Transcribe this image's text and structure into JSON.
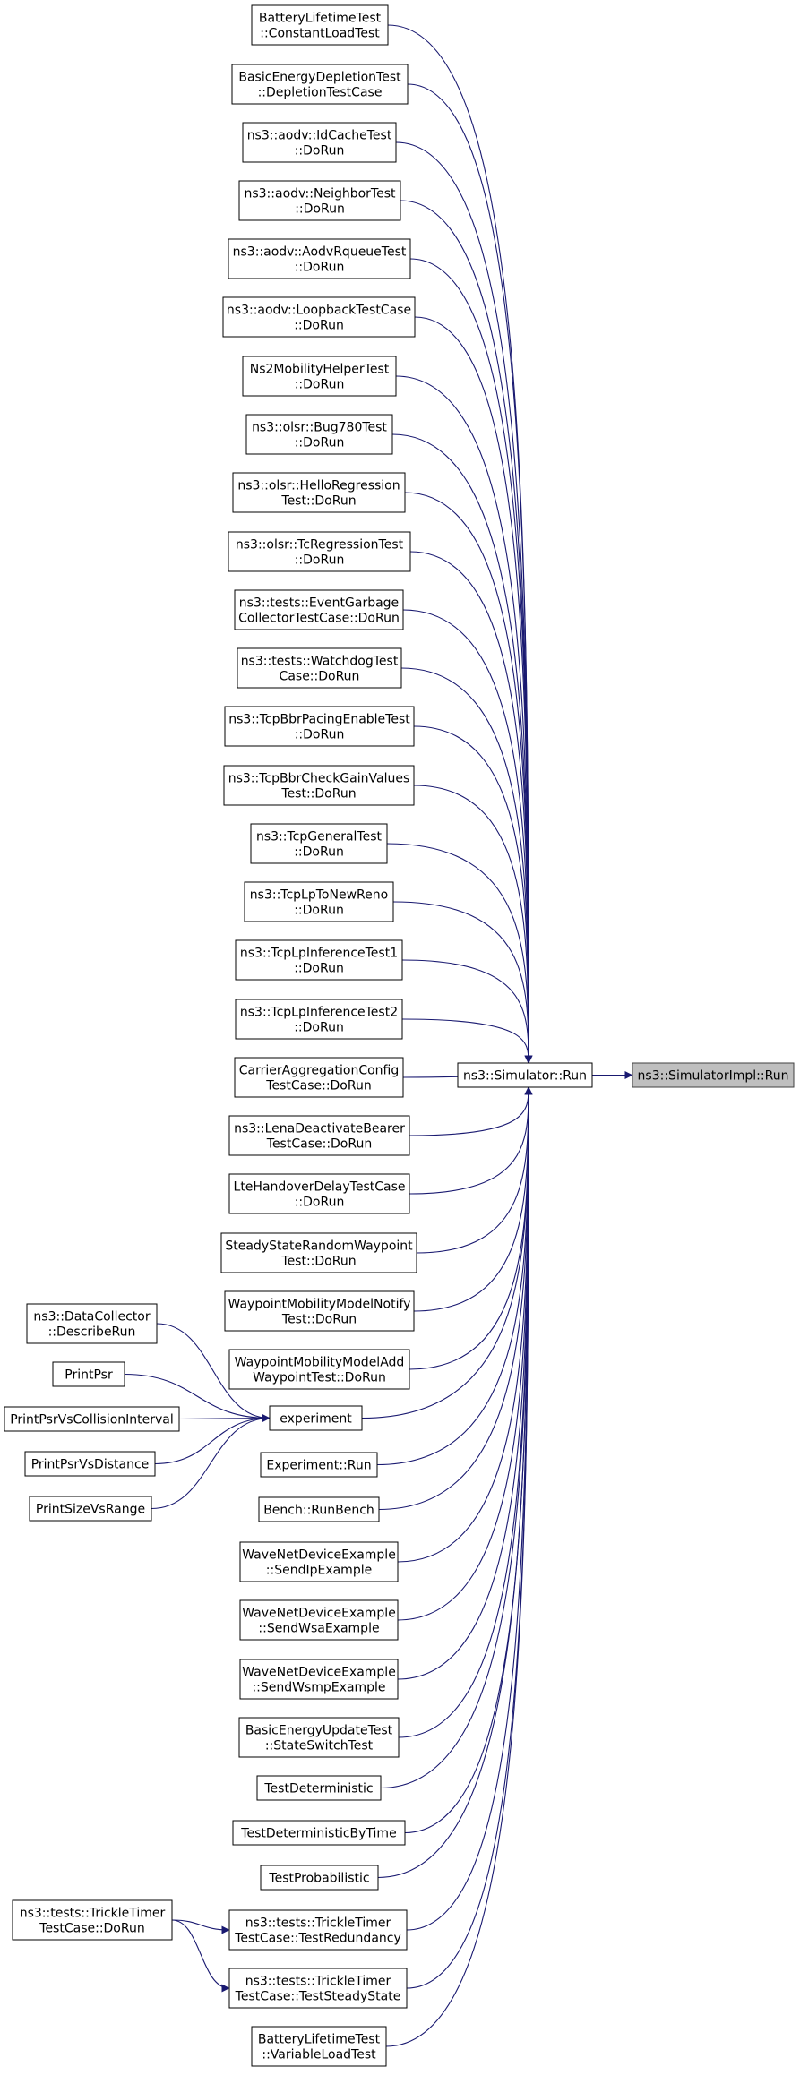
{
  "graph": {
    "nodes": [
      {
        "id": "n_main",
        "lines": [
          "ns3::SimulatorImpl::Run"
        ],
        "current": true,
        "interactable": false
      },
      {
        "id": "n_sim",
        "lines": [
          "ns3::Simulator::Run"
        ],
        "interactable": true
      },
      {
        "id": "n_exp",
        "lines": [
          "experiment"
        ],
        "interactable": true
      },
      {
        "id": "n_tt",
        "lines": [
          "ns3::tests::TrickleTimer",
          "TestCase::DoRun"
        ],
        "interactable": true
      },
      {
        "id": "n_c1",
        "lines": [
          "BatteryLifetimeTest",
          "::ConstantLoadTest"
        ],
        "interactable": true
      },
      {
        "id": "n_c2",
        "lines": [
          "BasicEnergyDepletionTest",
          "::DepletionTestCase"
        ],
        "interactable": true
      },
      {
        "id": "n_c3",
        "lines": [
          "ns3::aodv::IdCacheTest",
          "::DoRun"
        ],
        "interactable": true
      },
      {
        "id": "n_c4",
        "lines": [
          "ns3::aodv::NeighborTest",
          "::DoRun"
        ],
        "interactable": true
      },
      {
        "id": "n_c5",
        "lines": [
          "ns3::aodv::AodvRqueueTest",
          "::DoRun"
        ],
        "interactable": true
      },
      {
        "id": "n_c6",
        "lines": [
          "ns3::aodv::LoopbackTestCase",
          "::DoRun"
        ],
        "interactable": true
      },
      {
        "id": "n_c7",
        "lines": [
          "Ns2MobilityHelperTest",
          "::DoRun"
        ],
        "interactable": true
      },
      {
        "id": "n_c8",
        "lines": [
          "ns3::olsr::Bug780Test",
          "::DoRun"
        ],
        "interactable": true
      },
      {
        "id": "n_c9",
        "lines": [
          "ns3::olsr::HelloRegression",
          "Test::DoRun"
        ],
        "interactable": true
      },
      {
        "id": "n_c10",
        "lines": [
          "ns3::olsr::TcRegressionTest",
          "::DoRun"
        ],
        "interactable": true
      },
      {
        "id": "n_c11",
        "lines": [
          "ns3::tests::EventGarbage",
          "CollectorTestCase::DoRun"
        ],
        "interactable": true
      },
      {
        "id": "n_c12",
        "lines": [
          "ns3::tests::WatchdogTest",
          "Case::DoRun"
        ],
        "interactable": true
      },
      {
        "id": "n_c13",
        "lines": [
          "ns3::TcpBbrPacingEnableTest",
          "::DoRun"
        ],
        "interactable": true
      },
      {
        "id": "n_c14",
        "lines": [
          "ns3::TcpBbrCheckGainValues",
          "Test::DoRun"
        ],
        "interactable": true
      },
      {
        "id": "n_c15",
        "lines": [
          "ns3::TcpGeneralTest",
          "::DoRun"
        ],
        "interactable": true
      },
      {
        "id": "n_c16",
        "lines": [
          "ns3::TcpLpToNewReno",
          "::DoRun"
        ],
        "interactable": true
      },
      {
        "id": "n_c17",
        "lines": [
          "ns3::TcpLpInferenceTest1",
          "::DoRun"
        ],
        "interactable": true
      },
      {
        "id": "n_c18",
        "lines": [
          "ns3::TcpLpInferenceTest2",
          "::DoRun"
        ],
        "interactable": true
      },
      {
        "id": "n_c19",
        "lines": [
          "CarrierAggregationConfig",
          "TestCase::DoRun"
        ],
        "interactable": true
      },
      {
        "id": "n_c20",
        "lines": [
          "ns3::LenaDeactivateBearer",
          "TestCase::DoRun"
        ],
        "interactable": true
      },
      {
        "id": "n_c21",
        "lines": [
          "LteHandoverDelayTestCase",
          "::DoRun"
        ],
        "interactable": true
      },
      {
        "id": "n_c22",
        "lines": [
          "SteadyStateRandomWaypoint",
          "Test::DoRun"
        ],
        "interactable": true
      },
      {
        "id": "n_c23",
        "lines": [
          "WaypointMobilityModelNotify",
          "Test::DoRun"
        ],
        "interactable": true
      },
      {
        "id": "n_c24",
        "lines": [
          "WaypointMobilityModelAdd",
          "WaypointTest::DoRun"
        ],
        "interactable": true
      },
      {
        "id": "n_c25",
        "lines": [
          "Experiment::Run"
        ],
        "interactable": true
      },
      {
        "id": "n_c26",
        "lines": [
          "Bench::RunBench"
        ],
        "interactable": true
      },
      {
        "id": "n_c27",
        "lines": [
          "WaveNetDeviceExample",
          "::SendIpExample"
        ],
        "interactable": true
      },
      {
        "id": "n_c28",
        "lines": [
          "WaveNetDeviceExample",
          "::SendWsaExample"
        ],
        "interactable": true
      },
      {
        "id": "n_c29",
        "lines": [
          "WaveNetDeviceExample",
          "::SendWsmpExample"
        ],
        "interactable": true
      },
      {
        "id": "n_c30",
        "lines": [
          "BasicEnergyUpdateTest",
          "::StateSwitchTest"
        ],
        "interactable": true
      },
      {
        "id": "n_c31",
        "lines": [
          "TestDeterministic"
        ],
        "interactable": true
      },
      {
        "id": "n_c32",
        "lines": [
          "TestDeterministicByTime"
        ],
        "interactable": true
      },
      {
        "id": "n_c33",
        "lines": [
          "TestProbabilistic"
        ],
        "interactable": true
      },
      {
        "id": "n_c34",
        "lines": [
          "ns3::tests::TrickleTimer",
          "TestCase::TestRedundancy"
        ],
        "interactable": true
      },
      {
        "id": "n_c35",
        "lines": [
          "ns3::tests::TrickleTimer",
          "TestCase::TestSteadyState"
        ],
        "interactable": true
      },
      {
        "id": "n_c36",
        "lines": [
          "BatteryLifetimeTest",
          "::VariableLoadTest"
        ],
        "interactable": true
      },
      {
        "id": "n_e1",
        "lines": [
          "ns3::DataCollector",
          "::DescribeRun"
        ],
        "interactable": true
      },
      {
        "id": "n_e2",
        "lines": [
          "PrintPsr"
        ],
        "interactable": true
      },
      {
        "id": "n_e3",
        "lines": [
          "PrintPsrVsCollisionInterval"
        ],
        "interactable": true
      },
      {
        "id": "n_e4",
        "lines": [
          "PrintPsrVsDistance"
        ],
        "interactable": true
      },
      {
        "id": "n_e5",
        "lines": [
          "PrintSizeVsRange"
        ],
        "interactable": true
      }
    ],
    "edges": [
      {
        "from": "n_sim",
        "to": "n_main"
      },
      {
        "from": "n_c1",
        "to": "n_sim"
      },
      {
        "from": "n_c2",
        "to": "n_sim"
      },
      {
        "from": "n_c3",
        "to": "n_sim"
      },
      {
        "from": "n_c4",
        "to": "n_sim"
      },
      {
        "from": "n_c5",
        "to": "n_sim"
      },
      {
        "from": "n_c6",
        "to": "n_sim"
      },
      {
        "from": "n_c7",
        "to": "n_sim"
      },
      {
        "from": "n_c8",
        "to": "n_sim"
      },
      {
        "from": "n_c9",
        "to": "n_sim"
      },
      {
        "from": "n_c10",
        "to": "n_sim"
      },
      {
        "from": "n_c11",
        "to": "n_sim"
      },
      {
        "from": "n_c12",
        "to": "n_sim"
      },
      {
        "from": "n_c13",
        "to": "n_sim"
      },
      {
        "from": "n_c14",
        "to": "n_sim"
      },
      {
        "from": "n_c15",
        "to": "n_sim"
      },
      {
        "from": "n_c16",
        "to": "n_sim"
      },
      {
        "from": "n_c17",
        "to": "n_sim"
      },
      {
        "from": "n_c18",
        "to": "n_sim"
      },
      {
        "from": "n_c19",
        "to": "n_sim"
      },
      {
        "from": "n_c20",
        "to": "n_sim"
      },
      {
        "from": "n_c21",
        "to": "n_sim"
      },
      {
        "from": "n_c22",
        "to": "n_sim"
      },
      {
        "from": "n_c23",
        "to": "n_sim"
      },
      {
        "from": "n_c24",
        "to": "n_sim"
      },
      {
        "from": "n_exp",
        "to": "n_sim"
      },
      {
        "from": "n_c25",
        "to": "n_sim"
      },
      {
        "from": "n_c26",
        "to": "n_sim"
      },
      {
        "from": "n_c27",
        "to": "n_sim"
      },
      {
        "from": "n_c28",
        "to": "n_sim"
      },
      {
        "from": "n_c29",
        "to": "n_sim"
      },
      {
        "from": "n_c30",
        "to": "n_sim"
      },
      {
        "from": "n_c31",
        "to": "n_sim"
      },
      {
        "from": "n_c32",
        "to": "n_sim"
      },
      {
        "from": "n_c33",
        "to": "n_sim"
      },
      {
        "from": "n_c34",
        "to": "n_sim"
      },
      {
        "from": "n_c35",
        "to": "n_sim"
      },
      {
        "from": "n_c36",
        "to": "n_sim"
      },
      {
        "from": "n_e1",
        "to": "n_exp"
      },
      {
        "from": "n_e2",
        "to": "n_exp"
      },
      {
        "from": "n_e3",
        "to": "n_exp"
      },
      {
        "from": "n_e4",
        "to": "n_exp"
      },
      {
        "from": "n_e5",
        "to": "n_exp"
      },
      {
        "from": "n_tt",
        "to": "n_c34"
      },
      {
        "from": "n_tt",
        "to": "n_c35"
      }
    ]
  },
  "colors": {
    "edge": "#191970",
    "node_border": "#000000",
    "current_fill": "#bfbfbf"
  }
}
